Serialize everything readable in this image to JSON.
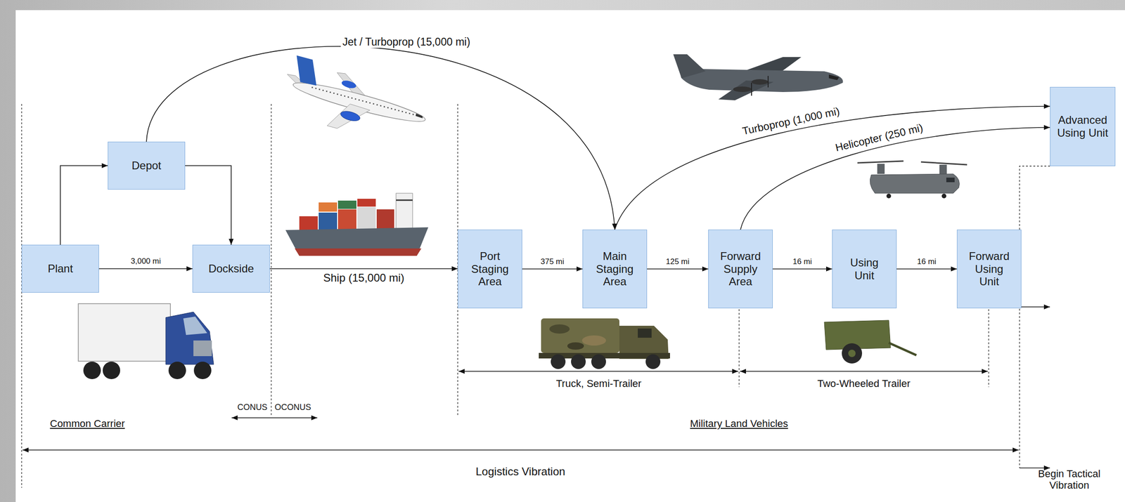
{
  "diagram": {
    "nodes": [
      {
        "text": [
          "Plant"
        ]
      },
      {
        "text": [
          "Depot"
        ]
      },
      {
        "text": [
          "Dockside"
        ]
      },
      {
        "text": [
          "Port Staging Area"
        ]
      },
      {
        "text": [
          "Main Staging Area"
        ]
      },
      {
        "text": [
          "Forward Supply Area"
        ]
      },
      {
        "text": [
          "Using Unit"
        ]
      },
      {
        "text": [
          "Forward Using Unit"
        ]
      },
      {
        "text": [
          "Advanced Using Unit"
        ]
      }
    ],
    "edges": [
      {
        "from": 0,
        "to": 1,
        "arrow": "to"
      },
      {
        "from": 1,
        "to": 2,
        "arrow": "to"
      },
      {
        "from": 0,
        "to": 2,
        "label": "3,000 mi",
        "arrow": "to"
      },
      {
        "from": 1,
        "to": 4,
        "label": "Jet / Turboprop (15,000 mi)",
        "arrow": "to"
      },
      {
        "from": 2,
        "to": 3,
        "label": "Ship (15,000 mi)",
        "arrow": "to"
      },
      {
        "from": 3,
        "to": 4,
        "label": "375 mi",
        "arrow": "to"
      },
      {
        "from": 4,
        "to": 5,
        "label": "125 mi",
        "arrow": "to"
      },
      {
        "from": 5,
        "to": 6,
        "label": "16 mi",
        "arrow": "to"
      },
      {
        "from": 6,
        "to": 7,
        "label": "16 mi",
        "arrow": "to"
      },
      {
        "from": 4,
        "to": 8,
        "label": "Turboprop (1,000 mi)",
        "arrow": "to"
      },
      {
        "from": 5,
        "to": 8,
        "label": "Helicopter (250 mi)",
        "arrow": "to"
      }
    ],
    "labels": [
      "Truck, Semi-Trailer",
      "Two-Wheeled Trailer",
      "CONUS",
      "OCONUS",
      "Common Carrier",
      "Military Land Vehicles",
      "Logistics Vibration",
      "Begin Tactical Vibration"
    ]
  }
}
